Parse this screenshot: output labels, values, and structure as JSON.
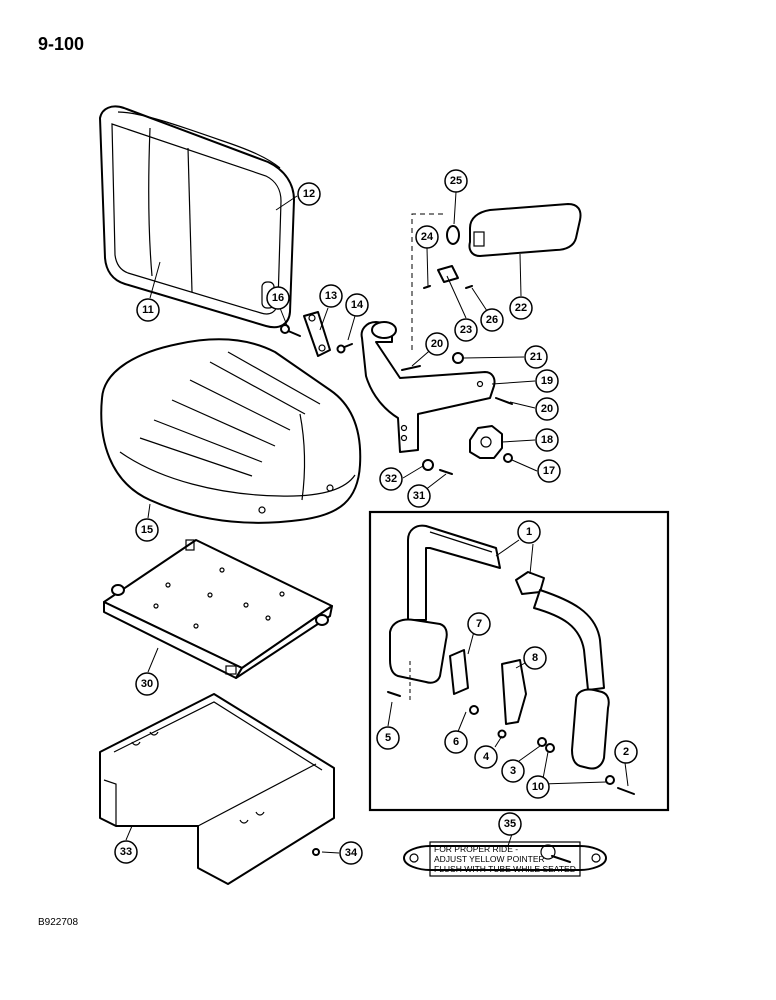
{
  "page": {
    "number": "9-100",
    "figure_code": "B922708"
  },
  "callouts": [
    "1",
    "2",
    "3",
    "4",
    "5",
    "6",
    "7",
    "8",
    "10",
    "11",
    "12",
    "13",
    "14",
    "15",
    "16",
    "17",
    "18",
    "19",
    "20",
    "20",
    "21",
    "22",
    "23",
    "24",
    "25",
    "26",
    "30",
    "31",
    "32",
    "33",
    "34",
    "35"
  ],
  "decal": {
    "line1": "FOR PROPER RIDE -",
    "line2": "ADJUST YELLOW POINTER",
    "line3": "FLUSH WITH TUBE WHILE SEATED"
  }
}
